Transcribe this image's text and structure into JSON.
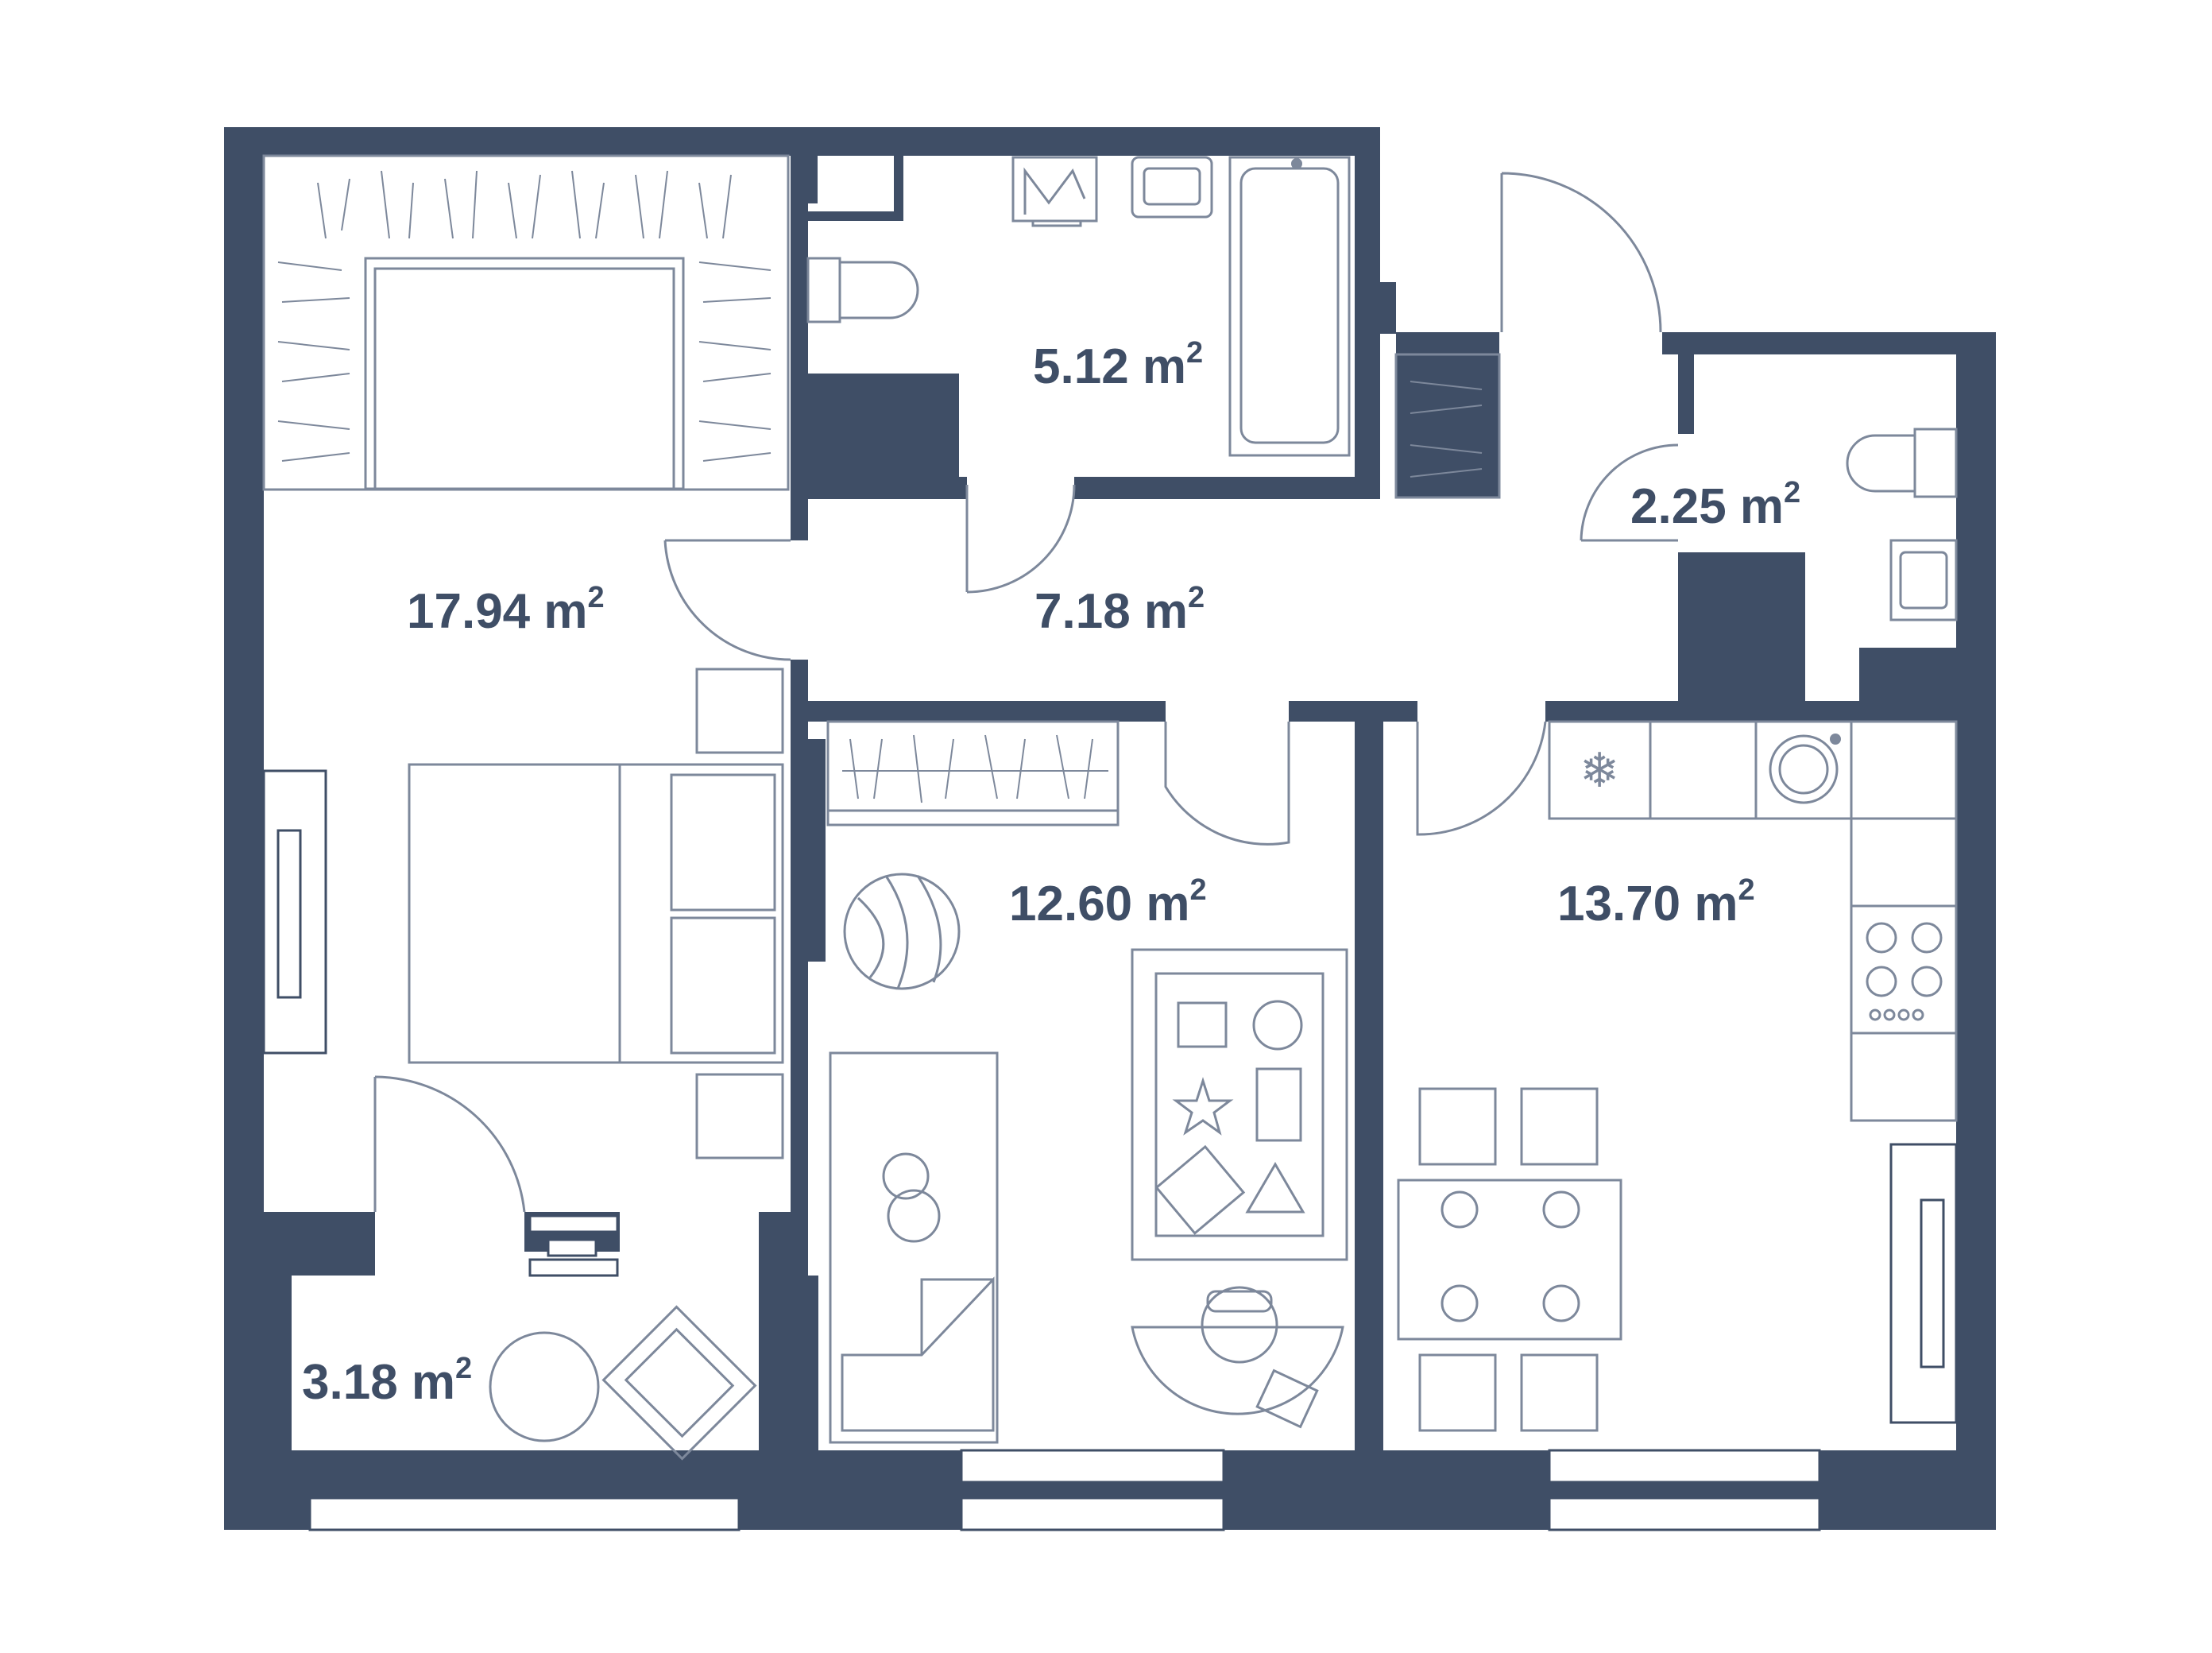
{
  "plan": {
    "colors": {
      "wall": "#3f4e66",
      "furniture_line": "#7d889b",
      "background": "#ffffff"
    },
    "rooms": [
      {
        "id": "bedroom",
        "area": "17.94",
        "unit": "m",
        "exp": "2"
      },
      {
        "id": "bathroom",
        "area": "5.12",
        "unit": "m",
        "exp": "2"
      },
      {
        "id": "hallway",
        "area": "7.18",
        "unit": "m",
        "exp": "2"
      },
      {
        "id": "toilet",
        "area": "2.25",
        "unit": "m",
        "exp": "2"
      },
      {
        "id": "kids-room",
        "area": "12.60",
        "unit": "m",
        "exp": "2"
      },
      {
        "id": "kitchen",
        "area": "13.70",
        "unit": "m",
        "exp": "2"
      },
      {
        "id": "balcony",
        "area": "3.18",
        "unit": "m",
        "exp": "2"
      }
    ]
  }
}
